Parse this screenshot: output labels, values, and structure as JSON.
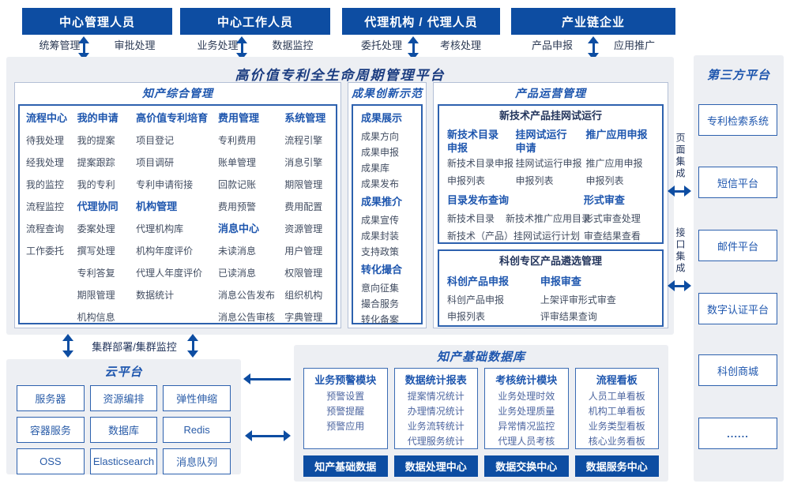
{
  "roles": [
    {
      "title": "中心管理人员",
      "left_label": "统筹管理",
      "right_label": "审批处理"
    },
    {
      "title": "中心工作人员",
      "left_label": "业务处理",
      "right_label": "数据监控"
    },
    {
      "title": "代理机构 / 代理人员",
      "left_label": "委托处理",
      "right_label": "考核处理"
    },
    {
      "title": "产业链企业",
      "left_label": "产品申报",
      "right_label": "应用推广"
    }
  ],
  "platform": {
    "title": "高价值专利全生命周期管理平台",
    "ip": {
      "title": "知产综合管理",
      "columns": [
        {
          "groups": [
            {
              "header": "流程中心",
              "items": [
                "待我处理",
                "经我处理",
                "我的监控",
                "流程监控",
                "流程查询",
                "工作委托"
              ]
            }
          ]
        },
        {
          "groups": [
            {
              "header": "我的申请",
              "items": [
                "我的提案",
                "提案跟踪",
                "我的专利"
              ]
            },
            {
              "header": "代理协同",
              "items": [
                "委案处理",
                "撰写处理",
                "专利答复",
                "期限管理",
                "机构信息"
              ]
            }
          ]
        },
        {
          "groups": [
            {
              "header": "高价值专利培育",
              "items": [
                "项目登记",
                "项目调研",
                "专利申请衔接"
              ]
            },
            {
              "header": "机构管理",
              "items": [
                "代理机构库",
                "机构年度评价",
                "代理人年度评价",
                "数据统计"
              ]
            }
          ]
        },
        {
          "groups": [
            {
              "header": "费用管理",
              "items": [
                "专利费用",
                "账单管理",
                "回款记账",
                "费用预警"
              ]
            },
            {
              "header": "消息中心",
              "items": [
                "未读消息",
                "已读消息",
                "消息公告发布",
                "消息公告审核"
              ]
            }
          ]
        },
        {
          "groups": [
            {
              "header": "系统管理",
              "items": [
                "流程引擎",
                "消息引擎",
                "期限管理",
                "费用配置",
                "资源管理",
                "用户管理",
                "权限管理",
                "组织机构",
                "字典管理"
              ]
            }
          ]
        }
      ]
    },
    "achievement": {
      "title": "成果创新示范",
      "groups": [
        {
          "header": "成果展示",
          "items": [
            "成果方向",
            "成果申报",
            "成果库",
            "成果发布"
          ]
        },
        {
          "header": "成果推介",
          "items": [
            "成果宣传",
            "成果封装",
            "支持政策"
          ]
        },
        {
          "header": "转化撮合",
          "items": [
            "意向征集",
            "撮合服务",
            "转化备案"
          ]
        }
      ]
    },
    "product_ops": {
      "title": "产品运营管理",
      "trial": {
        "title": "新技术产品挂网试运行",
        "columns": [
          {
            "header": "新技术目录申报",
            "items": [
              "新技术目录申报",
              "申报列表"
            ]
          },
          {
            "header": "挂网试运行申请",
            "items": [
              "挂网试运行申报",
              "申报列表"
            ]
          },
          {
            "header": "推广应用申报",
            "items": [
              "推广应用申报",
              "申报列表"
            ]
          }
        ],
        "catalog": {
          "header": "目录发布查询",
          "row1": [
            "新技术目录",
            "新技术推广应用目录"
          ],
          "row2": "新技术（产品）挂网试运行计划"
        },
        "review": {
          "header": "形式审查",
          "items": [
            "形式审查处理",
            "审查结果查看"
          ]
        }
      },
      "selection": {
        "title": "科创专区产品遴选管理",
        "columns": [
          {
            "header": "科创产品申报",
            "items": [
              "科创产品申报",
              "申报列表"
            ]
          },
          {
            "header": "申报审查",
            "items": [
              "上架评审形式审查",
              "评审结果查询"
            ]
          }
        ]
      }
    }
  },
  "cluster_label": "集群部署/集群监控",
  "cloud": {
    "title": "云平台",
    "cells": [
      "服务器",
      "资源编排",
      "弹性伸缩",
      "容器服务",
      "数据库",
      "Redis",
      "OSS",
      "Elasticsearch",
      "消息队列"
    ]
  },
  "database": {
    "title": "知产基础数据库",
    "modules": [
      {
        "header": "业务预警模块",
        "items": [
          "预警设置",
          "预警提醒",
          "预警应用"
        ]
      },
      {
        "header": "数据统计报表",
        "items": [
          "提案情况统计",
          "办理情况统计",
          "业务流转统计",
          "代理服务统计"
        ]
      },
      {
        "header": "考核统计模块",
        "items": [
          "业务处理时效",
          "业务处理质量",
          "异常情况监控",
          "代理人员考核"
        ]
      },
      {
        "header": "流程看板",
        "items": [
          "人员工单看板",
          "机构工单看板",
          "业务类型看板",
          "核心业务看板"
        ]
      }
    ],
    "buttons": [
      "知产基础数据",
      "数据处理中心",
      "数据交换中心",
      "数据服务中心"
    ]
  },
  "third_party": {
    "title": "第三方平台",
    "items": [
      "专利检索系统",
      "短信平台",
      "邮件平台",
      "数字认证平台",
      "科创商城",
      "......"
    ],
    "integration_labels": [
      "页面集成",
      "接口集成"
    ]
  },
  "colors": {
    "primary": "#0d4da2",
    "section_title": "#1e56ae",
    "main_title": "#1b3c80",
    "panel_bg": "#edeff3"
  }
}
